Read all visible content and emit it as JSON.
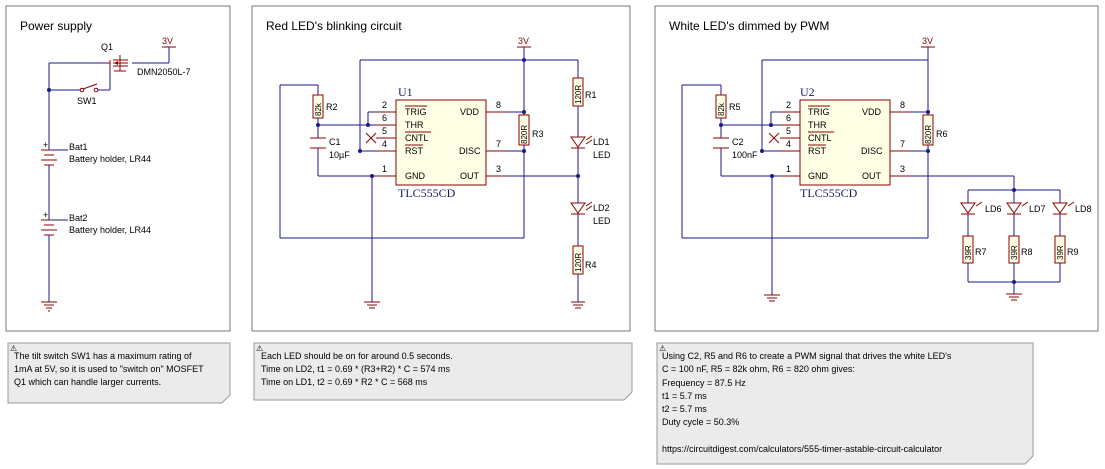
{
  "panels": {
    "power": {
      "title": "Power supply",
      "v3": "3V",
      "q1": "Q1",
      "q1_part": "DMN2050L-7",
      "sw1": "SW1",
      "bat1": "Bat1",
      "bat1_desc": "Battery holder, LR44",
      "bat2": "Bat2",
      "bat2_desc": "Battery holder, LR44"
    },
    "red": {
      "title": "Red LED's blinking circuit",
      "v3": "3V",
      "u1": "U1",
      "u1_part": "TLC555CD",
      "r2": "R2",
      "r2_val": "82k",
      "r3": "R3",
      "r3_val": "820R",
      "r1": "R1",
      "r1_val": "120R",
      "r4": "R4",
      "r4_val": "120R",
      "c1": "C1",
      "c1_val": "10µF",
      "ld1": "LD1",
      "ld1_desc": "LED",
      "ld2": "LD2",
      "ld2_desc": "LED"
    },
    "white": {
      "title": "White LED's dimmed by PWM",
      "v3": "3V",
      "u2": "U2",
      "u2_part": "TLC555CD",
      "r5": "R5",
      "r5_val": "82k",
      "r6": "R6",
      "r6_val": "820R",
      "c2": "C2",
      "c2_val": "100nF",
      "ld6": "LD6",
      "ld7": "LD7",
      "ld8": "LD8",
      "r7": "R7",
      "r8": "R8",
      "r9": "R9",
      "r_val": "39R"
    }
  },
  "ic": {
    "trig": "TRIG",
    "thr": "THR",
    "cntl": "CNTL",
    "rst": "RST",
    "vdd": "VDD",
    "disc": "DISC",
    "gnd": "GND",
    "out": "OUT",
    "p2": "2",
    "p6": "6",
    "p5": "5",
    "p4": "4",
    "p8": "8",
    "p7": "7",
    "p1": "1",
    "p3": "3"
  },
  "notes": {
    "power": [
      "The tilt switch SW1 has a maximum rating of",
      "1mA at 5V, so it is used to \"switch on\"  MOSFET",
      "Q1 which can handle larger currents."
    ],
    "red": [
      "Each LED should be on for around 0.5 seconds.",
      "Time on LD2, t1 = 0.69 * (R3+R2) * C = 574 ms",
      "Time on LD1, t2 = 0.69 * R2 * C = 568 ms"
    ],
    "white": [
      "Using C2, R5 and R6 to create a PWM signal that drives the white LED's",
      "C = 100 nF, R5 = 82k ohm, R6 = 820 ohm gives:",
      "Frequency = 87.5 Hz",
      "t1 = 5.7 ms",
      "t2 = 5.7 ms",
      "Duty cycle = 50.3%",
      "",
      "https://circuitdigest.com/calculators/555-timer-astable-circuit-calculator"
    ]
  },
  "colors": {
    "wire": "#1a1a8c",
    "component": "#8b0000",
    "frame": "#777777",
    "note_bg": "#ebebeb"
  }
}
